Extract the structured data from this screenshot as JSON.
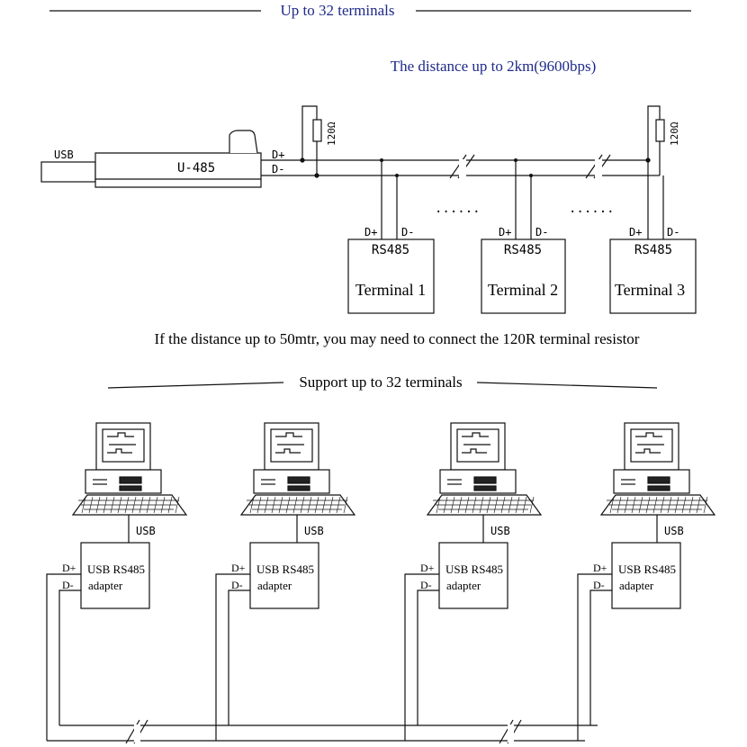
{
  "top": {
    "title": "Up to 32 terminals",
    "distance": "The distance up to 2km(9600bps)",
    "usb_label": "USB",
    "converter_label": "U-485",
    "bus_dplus": "D+",
    "bus_dminus": "D-",
    "resistor_label": "120Ω",
    "dots": "......",
    "terminals": [
      {
        "pin_plus": "D+",
        "pin_minus": "D-",
        "type": "RS485",
        "name": "Terminal 1"
      },
      {
        "pin_plus": "D+",
        "pin_minus": "D-",
        "type": "RS485",
        "name": "Terminal 2"
      },
      {
        "pin_plus": "D+",
        "pin_minus": "D-",
        "type": "RS485",
        "name": "Terminal 3"
      }
    ],
    "note": "If the distance up to 50mtr,  you may need to connect the 120R terminal resistor"
  },
  "bottom": {
    "title": "Support up to 32 terminals",
    "nodes": [
      {
        "usb": "USB",
        "adapter_line1": "USB RS485",
        "adapter_line2": "adapter",
        "dplus": "D+",
        "dminus": "D-"
      },
      {
        "usb": "USB",
        "adapter_line1": "USB RS485",
        "adapter_line2": "adapter",
        "dplus": "D+",
        "dminus": "D-"
      },
      {
        "usb": "USB",
        "adapter_line1": "USB RS485",
        "adapter_line2": "adapter",
        "dplus": "D+",
        "dminus": "D-"
      },
      {
        "usb": "USB",
        "adapter_line1": "USB RS485",
        "adapter_line2": "adapter",
        "dplus": "D+",
        "dminus": "D-"
      }
    ]
  },
  "colors": {
    "ink": "#111111",
    "title_blue": "#1f2a8a"
  }
}
